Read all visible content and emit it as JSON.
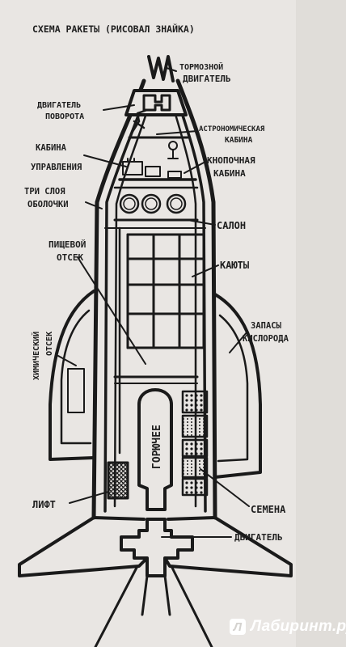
{
  "diagram": {
    "title": "СХЕМА РАКЕТЫ (РИСОВАЛ ЗНАЙКА)",
    "labels": {
      "brake_engine": [
        "ТОРМОЗНОЙ",
        "ДВИГАТЕЛЬ"
      ],
      "turn_engine": [
        "ДВИГАТЕЛЬ",
        "ПОВОРОТА"
      ],
      "astro_cabin": [
        "АСТРОНОМИЧЕСКАЯ",
        "КАБИНА"
      ],
      "control_cabin": [
        "КАБИНА",
        "УПРАВЛЕНИЯ"
      ],
      "button_cabin": [
        "КНОПОЧНАЯ",
        "КАБИНА"
      ],
      "three_layers": [
        "ТРИ СЛОЯ",
        "ОБОЛОЧКИ"
      ],
      "salon": "САЛОН",
      "food": [
        "ПИЩЕВОЙ",
        "ОТСЕК"
      ],
      "cabins": "КАЮТЫ",
      "chemical": [
        "ХИМИЧЕСКИЙ",
        "ОТСЕК"
      ],
      "oxygen": [
        "ЗАПАСЫ",
        "КИСЛОРОДА"
      ],
      "fuel": "ГОРЮЧЕЕ",
      "lift": "ЛИФТ",
      "seeds": "СЕМЕНА",
      "engine": "ДВИГАТЕЛЬ"
    }
  },
  "watermark": {
    "icon": "labirint-logo-icon",
    "text": "Лабиринт.ру"
  }
}
